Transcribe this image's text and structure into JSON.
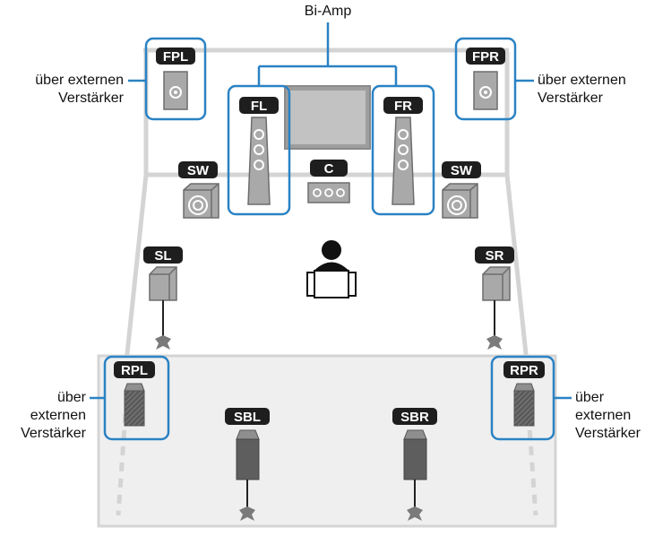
{
  "diagram": {
    "top_label": "Bi-Amp",
    "speakers": {
      "fpl": "FPL",
      "fpr": "FPR",
      "fl": "FL",
      "fr": "FR",
      "c": "C",
      "sw_left": "SW",
      "sw_right": "SW",
      "sl": "SL",
      "sr": "SR",
      "rpl": "RPL",
      "rpr": "RPR",
      "sbl": "SBL",
      "sbr": "SBR"
    },
    "notes": {
      "top_left": [
        "über externen",
        "Verstärker"
      ],
      "top_right": [
        "über externen",
        "Verstärker"
      ],
      "bottom_left": [
        "über",
        "externen",
        "Verstärker"
      ],
      "bottom_right": [
        "über",
        "externen",
        "Verstärker"
      ]
    },
    "colors": {
      "highlight": "#2a82c4",
      "label_bg": "#1e1e1e",
      "wall": "#d4d4d4",
      "floor_rear": "#efefef"
    }
  }
}
